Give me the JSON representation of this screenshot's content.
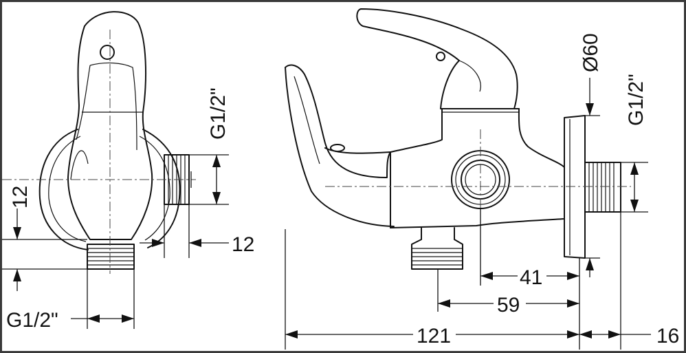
{
  "diagram": {
    "labels": {
      "side_height": "12",
      "side_offset": "12",
      "side_thread_bottom": "G1/2\"",
      "side_thread_right": "G1/2\"",
      "front_diameter": "Ø60",
      "front_thread": "G1/2\"",
      "front_dim_41": "41",
      "front_dim_59": "59",
      "front_dim_121": "121",
      "front_dim_16": "16"
    },
    "colors": {
      "line": "#111111",
      "background": "#ffffff",
      "frame": "#3a3a3a"
    }
  }
}
